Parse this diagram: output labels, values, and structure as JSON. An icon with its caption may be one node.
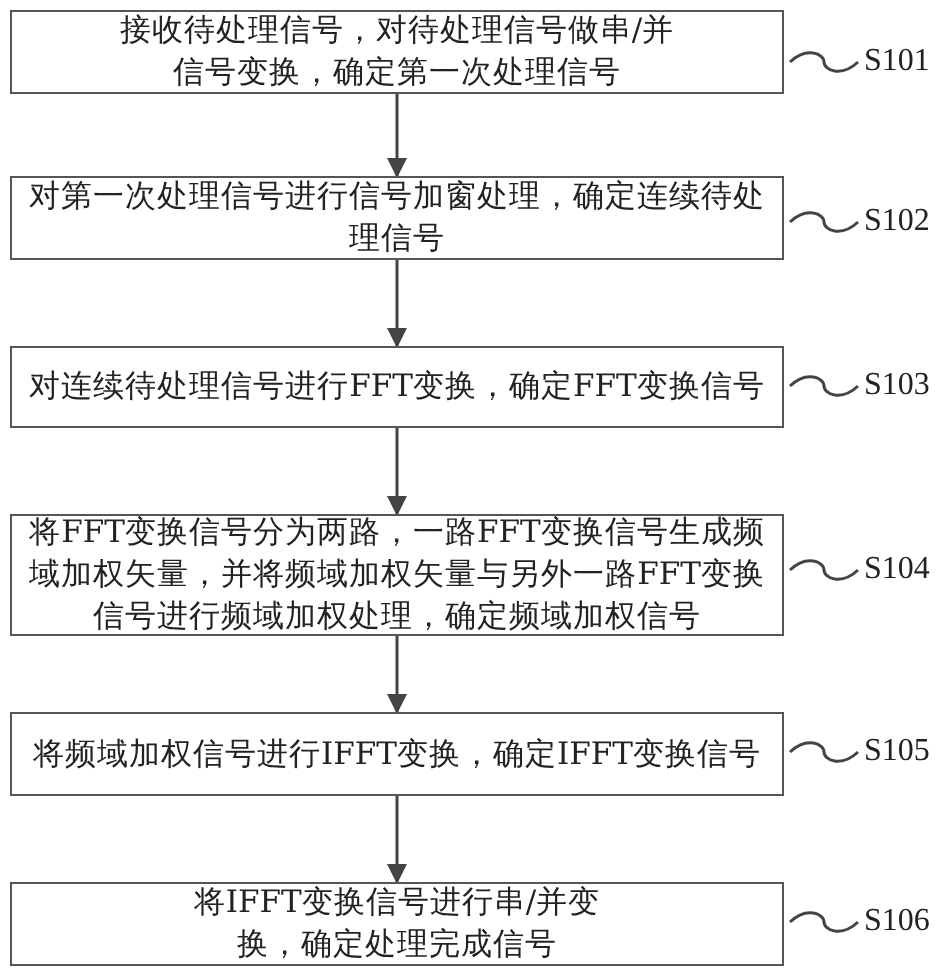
{
  "diagram": {
    "nodes": [
      {
        "text": [
          "接收待处理信号，对待处理信号做串/并信号变换，确定第一次处理信号"
        ]
      },
      {
        "text": [
          "对第一次处理信号进行信号加窗处理，确定连续待处理信号"
        ]
      },
      {
        "text": [
          "对连续待处理信号进行FFT变换，确定FFT变换信号"
        ]
      },
      {
        "text": [
          "将FFT变换信号分为两路，一路FFT变换信号生成频域加权矢量，并将频域加权矢量与另外一路FFT变换信号进行频域加权处理，确定频域加权信号"
        ]
      },
      {
        "text": [
          "将频域加权信号进行IFFT变换，确定IFFT变换信号"
        ]
      },
      {
        "text": [
          "将IFFT变换信号进行串/并变换，确定处理完成信号"
        ]
      },
      {
        "text": [
          "S101"
        ]
      },
      {
        "text": [
          "S102"
        ]
      },
      {
        "text": [
          "S103"
        ]
      },
      {
        "text": [
          "S104"
        ]
      },
      {
        "text": [
          "S105"
        ]
      },
      {
        "text": [
          "S106"
        ]
      }
    ],
    "edges": [
      {
        "from": 0,
        "to": 1,
        "arrow": "to"
      },
      {
        "from": 1,
        "to": 2,
        "arrow": "to"
      },
      {
        "from": 2,
        "to": 3,
        "arrow": "to"
      },
      {
        "from": 3,
        "to": 4,
        "arrow": "to"
      },
      {
        "from": 4,
        "to": 5,
        "arrow": "to"
      },
      {
        "from": 6,
        "to": 0,
        "arrow": "none"
      },
      {
        "from": 7,
        "to": 1,
        "arrow": "none"
      },
      {
        "from": 8,
        "to": 2,
        "arrow": "none"
      },
      {
        "from": 9,
        "to": 3,
        "arrow": "none"
      },
      {
        "from": 10,
        "to": 4,
        "arrow": "none"
      },
      {
        "from": 11,
        "to": 5,
        "arrow": "none"
      }
    ]
  }
}
